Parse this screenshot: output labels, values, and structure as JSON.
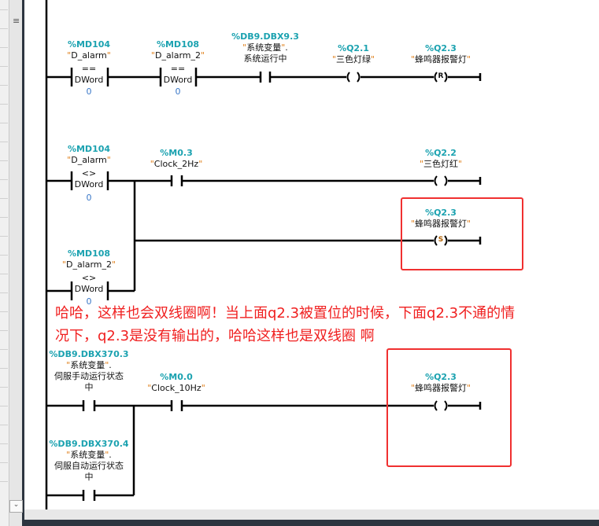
{
  "networks": [
    {
      "elements": [
        {
          "type": "compare",
          "address": "%MD104",
          "symbol": "D_alarm",
          "op": "==",
          "datatype": "DWord",
          "value": "0"
        },
        {
          "type": "compare",
          "address": "%MD108",
          "symbol": "D_alarm_2",
          "op": "==",
          "datatype": "DWord",
          "value": "0"
        },
        {
          "type": "contact",
          "address": "%DB9.DBX9.3",
          "symbol": "系统变量",
          "member": "系统运行中"
        },
        {
          "type": "coil",
          "address": "%Q2.1",
          "symbol": "三色灯绿",
          "mode": ""
        },
        {
          "type": "coil",
          "address": "%Q2.3",
          "symbol": "蜂鸣器报警灯",
          "mode": "R"
        }
      ]
    },
    {
      "elements": [
        {
          "type": "compare",
          "address": "%MD104",
          "symbol": "D_alarm",
          "op": "<>",
          "datatype": "DWord",
          "value": "0"
        },
        {
          "type": "contact",
          "address": "%M0.3",
          "symbol": "Clock_2Hz"
        },
        {
          "type": "coil",
          "address": "%Q2.2",
          "symbol": "三色灯红",
          "mode": ""
        },
        {
          "type": "coil",
          "address": "%Q2.3",
          "symbol": "蜂鸣器报警灯",
          "mode": "S"
        },
        {
          "type": "compare",
          "address": "%MD108",
          "symbol": "D_alarm_2",
          "op": "<>",
          "datatype": "DWord",
          "value": "0"
        }
      ]
    },
    {
      "elements": [
        {
          "type": "contact",
          "address": "%DB9.DBX370.3",
          "symbol": "系统变量",
          "member1": "伺服手动运行状态",
          "member2": "中"
        },
        {
          "type": "contact",
          "address": "%M0.0",
          "symbol": "Clock_10Hz"
        },
        {
          "type": "coil",
          "address": "%Q2.3",
          "symbol": "蜂鸣器报警灯",
          "mode": ""
        },
        {
          "type": "contact",
          "address": "%DB9.DBX370.4",
          "symbol": "系统变量",
          "member1": "伺服自动运行状态",
          "member2": "中"
        }
      ]
    }
  ],
  "annotation": {
    "line1": "哈哈，这样也会双线圈啊！当上面q2.3被置位的时候，下面q2.3不通的情",
    "line2": "况下，q2.3是没有输出的，哈哈这样也是双线圈 啊",
    "color": "#f02020"
  },
  "colors": {
    "address": "#1ba2b0",
    "quote": "#e0801c",
    "value": "#3a78c8",
    "highlight": "#f03030"
  }
}
